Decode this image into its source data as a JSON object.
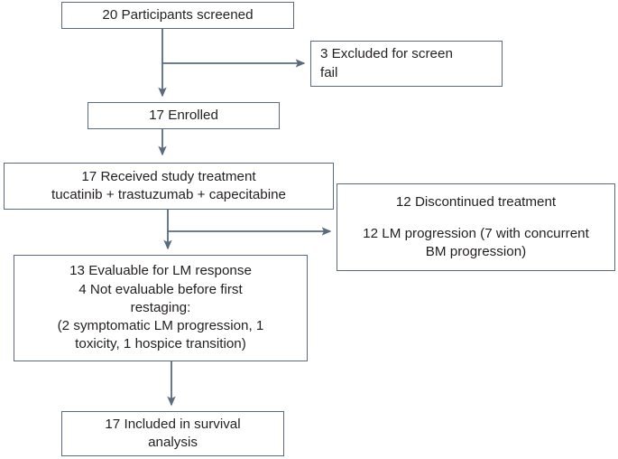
{
  "diagram": {
    "title": "CONSORT-style participant flow diagram",
    "stroke_color": "#5a6b80",
    "text_color": "#231f20",
    "background": "#ffffff",
    "nodes": {
      "screened": {
        "name": "20 Participants screened",
        "lines": [
          "20 Participants screened"
        ]
      },
      "excluded": {
        "name": "3 Excluded for screen fail",
        "lines": [
          "3 Excluded for screen",
          "fail"
        ]
      },
      "enrolled": {
        "name": "17 Enrolled",
        "lines": [
          "17 Enrolled"
        ]
      },
      "treatment": {
        "name": "17 Received study treatment",
        "lines": [
          "17 Received study treatment",
          "tucatinib + trastuzumab + capecitabine"
        ]
      },
      "discontinued": {
        "name": "12 Discontinued treatment",
        "lines": [
          "12 Discontinued treatment",
          "",
          "12 LM progression (7 with concurrent",
          "BM progression)"
        ]
      },
      "evaluable": {
        "name": "13 Evaluable for LM response",
        "lines": [
          "13 Evaluable for LM response",
          "4 Not evaluable before first",
          "restaging:",
          "(2 symptomatic LM progression, 1",
          "toxicity, 1 hospice transition)"
        ]
      },
      "survival": {
        "name": "17 Included in survival analysis",
        "lines": [
          "17 Included in survival",
          "analysis"
        ]
      }
    },
    "edges": [
      {
        "id": "screened-to-enrolled",
        "from": "screened",
        "to": "enrolled",
        "kind": "vertical-arrow"
      },
      {
        "id": "screened-to-excluded",
        "from": "screened",
        "to": "excluded",
        "kind": "branch-right-arrow"
      },
      {
        "id": "enrolled-to-treatment",
        "from": "enrolled",
        "to": "treatment",
        "kind": "vertical-arrow"
      },
      {
        "id": "treatment-to-evaluable",
        "from": "treatment",
        "to": "evaluable",
        "kind": "vertical-arrow"
      },
      {
        "id": "treatment-to-discontinued",
        "from": "treatment",
        "to": "discontinued",
        "kind": "branch-right-arrow"
      },
      {
        "id": "evaluable-to-survival",
        "from": "evaluable",
        "to": "survival",
        "kind": "vertical-arrow"
      }
    ]
  }
}
